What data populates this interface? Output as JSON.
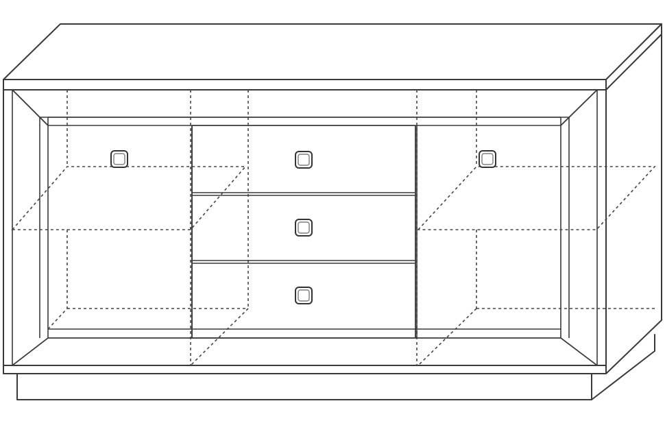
{
  "figure": {
    "subject": "sideboard-line-drawing",
    "line_color": "#3a3a3a",
    "background": "#ffffff"
  },
  "sideboard": {
    "doors": 2,
    "drawers": 3,
    "shelves_per_compartment": 1,
    "handle_style": "square-knob",
    "hidden_lines": "dashed"
  }
}
